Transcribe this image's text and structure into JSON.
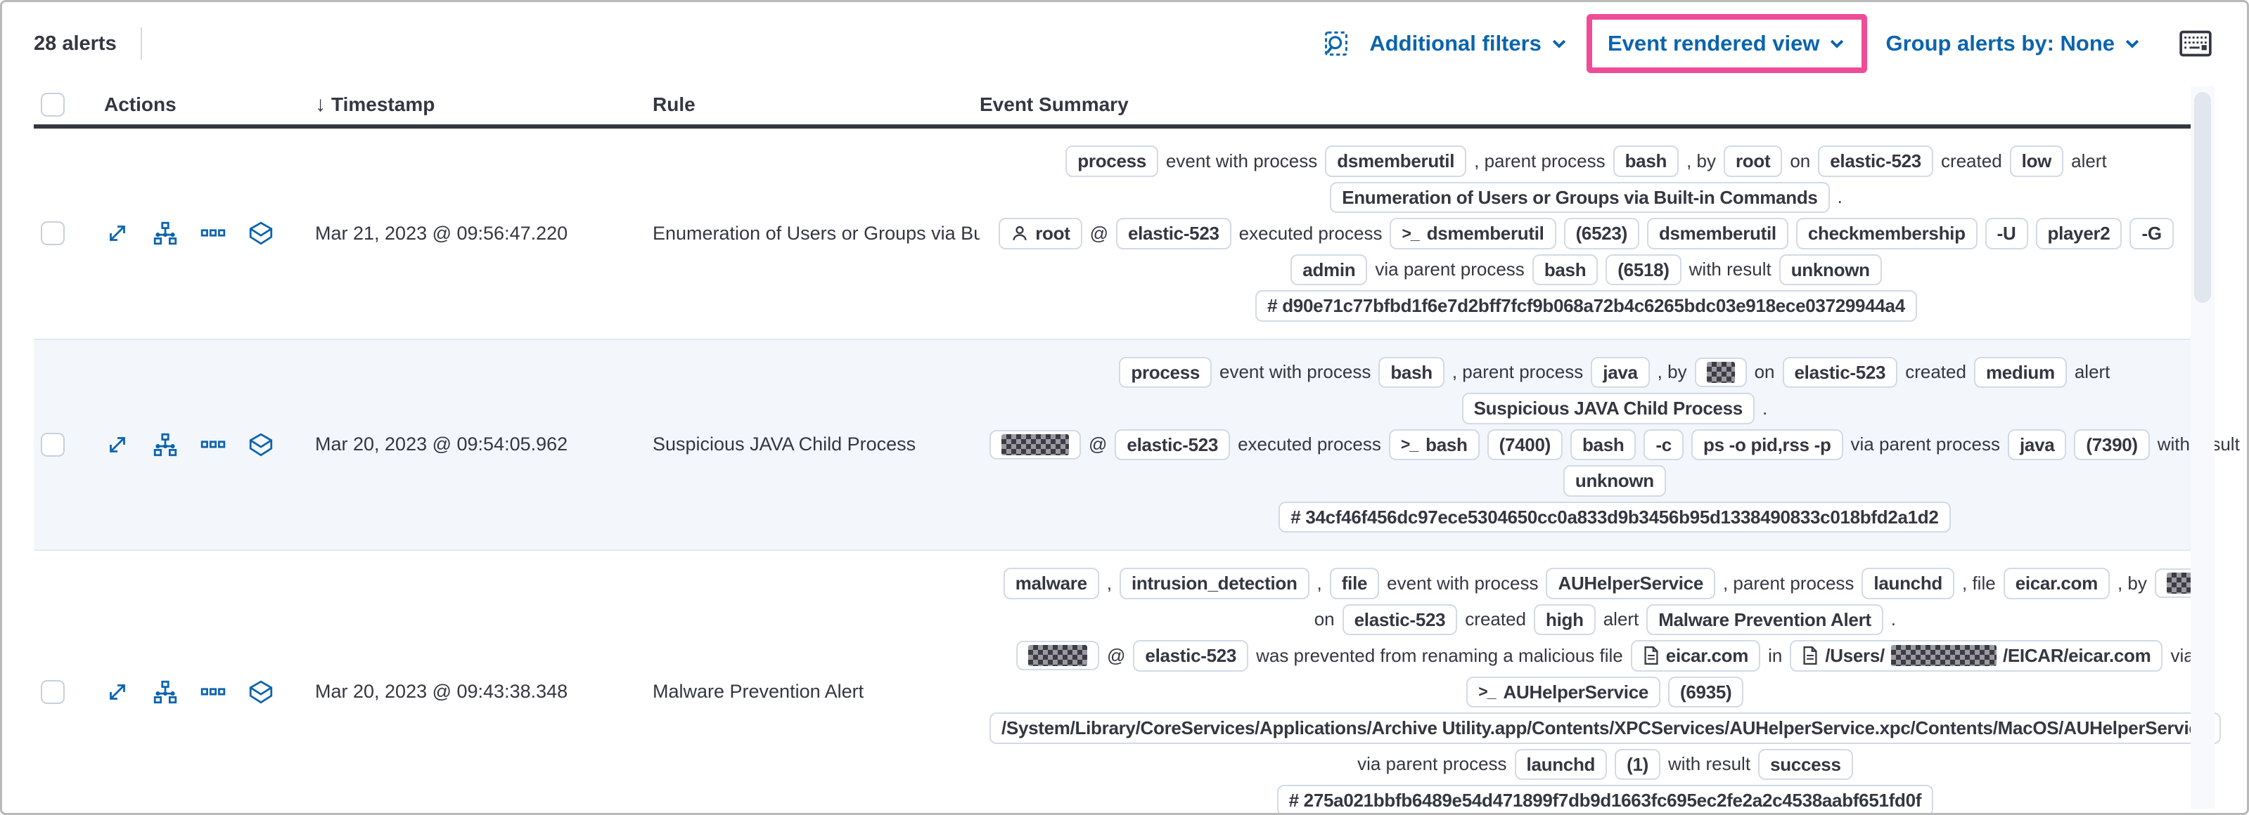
{
  "colors": {
    "accent": "#0b64ad",
    "highlight": "#ee4c96",
    "text": "#343741",
    "border": "#d3dae6",
    "stripe": "#f3f6fb"
  },
  "header": {
    "alerts_count": "28 alerts",
    "toolbar": {
      "additional_filters": "Additional filters",
      "view_selector": "Event rendered view",
      "group_by": "Group alerts by: None"
    },
    "icons": {
      "inspect": "inspect-icon",
      "keyboard": "keyboard-shortcuts-icon"
    }
  },
  "table": {
    "columns": {
      "actions": "Actions",
      "timestamp": "Timestamp",
      "rule": "Rule",
      "summary": "Event Summary"
    },
    "sort_arrow": "↓",
    "row_action_icons": [
      "expand-alert-icon",
      "analyze-event-icon",
      "more-actions-icon",
      "investigate-in-timeline-icon"
    ],
    "rows": [
      {
        "timestamp": "Mar 21, 2023 @ 09:56:47.220",
        "rule": "Enumeration of Users or Groups via Bui",
        "striped": false,
        "summary": [
          [
            {
              "k": "b",
              "v": "process"
            },
            {
              "k": "t",
              "v": "event with process"
            },
            {
              "k": "b",
              "v": "dsmemberutil"
            },
            {
              "k": "t",
              "v": ", parent process"
            },
            {
              "k": "b",
              "v": "bash"
            },
            {
              "k": "t",
              "v": ", by"
            },
            {
              "k": "b",
              "v": "root"
            },
            {
              "k": "t",
              "v": "on"
            },
            {
              "k": "b",
              "v": "elastic-523"
            },
            {
              "k": "t",
              "v": "created"
            },
            {
              "k": "b",
              "v": "low"
            },
            {
              "k": "t",
              "v": "alert"
            }
          ],
          [
            {
              "k": "b",
              "v": "Enumeration of Users or Groups via Built-in Commands"
            },
            {
              "k": "t",
              "v": "."
            }
          ],
          [
            {
              "k": "u",
              "v": "root"
            },
            {
              "k": "t",
              "v": "@"
            },
            {
              "k": "b",
              "v": "elastic-523"
            },
            {
              "k": "t",
              "v": "executed process"
            },
            {
              "k": "term",
              "v": "dsmemberutil"
            },
            {
              "k": "b",
              "v": "(6523)"
            },
            {
              "k": "b",
              "v": "dsmemberutil"
            },
            {
              "k": "b",
              "v": "checkmembership"
            },
            {
              "k": "b",
              "v": "-U"
            },
            {
              "k": "b",
              "v": "player2"
            },
            {
              "k": "b",
              "v": "-G"
            }
          ],
          [
            {
              "k": "b",
              "v": "admin"
            },
            {
              "k": "t",
              "v": "via parent process"
            },
            {
              "k": "b",
              "v": "bash"
            },
            {
              "k": "b",
              "v": "(6518)"
            },
            {
              "k": "t",
              "v": "with result"
            },
            {
              "k": "b",
              "v": "unknown"
            }
          ],
          [
            {
              "k": "b",
              "v": "# d90e71c77bfbd1f6e7d2bff7fcf9b068a72b4c6265bdc03e918ece03729944a4"
            }
          ]
        ]
      },
      {
        "timestamp": "Mar 20, 2023 @ 09:54:05.962",
        "rule": "Suspicious JAVA Child Process",
        "striped": true,
        "summary": [
          [
            {
              "k": "b",
              "v": "process"
            },
            {
              "k": "t",
              "v": "event with process"
            },
            {
              "k": "b",
              "v": "bash"
            },
            {
              "k": "t",
              "v": ", parent process"
            },
            {
              "k": "b",
              "v": "java"
            },
            {
              "k": "t",
              "v": ", by"
            },
            {
              "k": "br",
              "w": 40
            },
            {
              "k": "t",
              "v": "on"
            },
            {
              "k": "b",
              "v": "elastic-523"
            },
            {
              "k": "t",
              "v": "created"
            },
            {
              "k": "b",
              "v": "medium"
            },
            {
              "k": "t",
              "v": "alert"
            }
          ],
          [
            {
              "k": "b",
              "v": "Suspicious JAVA Child Process"
            },
            {
              "k": "t",
              "v": "."
            }
          ],
          [
            {
              "k": "ur",
              "w": 96
            },
            {
              "k": "t",
              "v": "@"
            },
            {
              "k": "b",
              "v": "elastic-523"
            },
            {
              "k": "t",
              "v": "executed process"
            },
            {
              "k": "term",
              "v": "bash"
            },
            {
              "k": "b",
              "v": "(7400)"
            },
            {
              "k": "b",
              "v": "bash"
            },
            {
              "k": "b",
              "v": "-c"
            },
            {
              "k": "b",
              "v": "ps -o pid,rss -p"
            },
            {
              "k": "t",
              "v": "via parent process"
            },
            {
              "k": "b",
              "v": "java"
            },
            {
              "k": "b",
              "v": "(7390)"
            },
            {
              "k": "t",
              "v": "with result"
            }
          ],
          [
            {
              "k": "b",
              "v": "unknown"
            }
          ],
          [
            {
              "k": "b",
              "v": "# 34cf46f456dc97ece5304650cc0a833d9b3456b95d1338490833c018bfd2a1d2"
            }
          ]
        ]
      },
      {
        "timestamp": "Mar 20, 2023 @ 09:43:38.348",
        "rule": "Malware Prevention Alert",
        "striped": false,
        "summary": [
          [
            {
              "k": "b",
              "v": "malware"
            },
            {
              "k": "t",
              "v": ","
            },
            {
              "k": "b",
              "v": "intrusion_detection"
            },
            {
              "k": "t",
              "v": ","
            },
            {
              "k": "b",
              "v": "file"
            },
            {
              "k": "t",
              "v": "event with process"
            },
            {
              "k": "b",
              "v": "AUHelperService"
            },
            {
              "k": "t",
              "v": ", parent process"
            },
            {
              "k": "b",
              "v": "launchd"
            },
            {
              "k": "t",
              "v": ", file"
            },
            {
              "k": "b",
              "v": "eicar.com"
            },
            {
              "k": "t",
              "v": ", by"
            },
            {
              "k": "br",
              "w": 40
            }
          ],
          [
            {
              "k": "t",
              "v": "on"
            },
            {
              "k": "b",
              "v": "elastic-523"
            },
            {
              "k": "t",
              "v": "created"
            },
            {
              "k": "b",
              "v": "high"
            },
            {
              "k": "t",
              "v": "alert"
            },
            {
              "k": "b",
              "v": "Malware Prevention Alert"
            },
            {
              "k": "t",
              "v": "."
            }
          ],
          [
            {
              "k": "ur",
              "w": 84
            },
            {
              "k": "t",
              "v": "@"
            },
            {
              "k": "b",
              "v": "elastic-523"
            },
            {
              "k": "t",
              "v": "was prevented from renaming a malicious file"
            },
            {
              "k": "f",
              "v": "eicar.com"
            },
            {
              "k": "t",
              "v": "in"
            },
            {
              "k": "fr",
              "pre": "/Users/",
              "w": 150,
              "post": "/EICAR/eicar.com"
            },
            {
              "k": "t",
              "v": "via"
            }
          ],
          [
            {
              "k": "term",
              "v": "AUHelperService"
            },
            {
              "k": "b",
              "v": "(6935)"
            }
          ],
          [
            {
              "k": "b",
              "v": "/System/Library/CoreServices/Applications/Archive Utility.app/Contents/XPCServices/AUHelperService.xpc/Contents/MacOS/AUHelperService"
            }
          ],
          [
            {
              "k": "t",
              "v": "via parent process"
            },
            {
              "k": "b",
              "v": "launchd"
            },
            {
              "k": "b",
              "v": "(1)"
            },
            {
              "k": "t",
              "v": "with result"
            },
            {
              "k": "b",
              "v": "success"
            }
          ],
          [
            {
              "k": "b",
              "v": "# 275a021bbfb6489e54d471899f7db9d1663fc695ec2fe2a2c4538aabf651fd0f"
            }
          ]
        ]
      }
    ]
  }
}
